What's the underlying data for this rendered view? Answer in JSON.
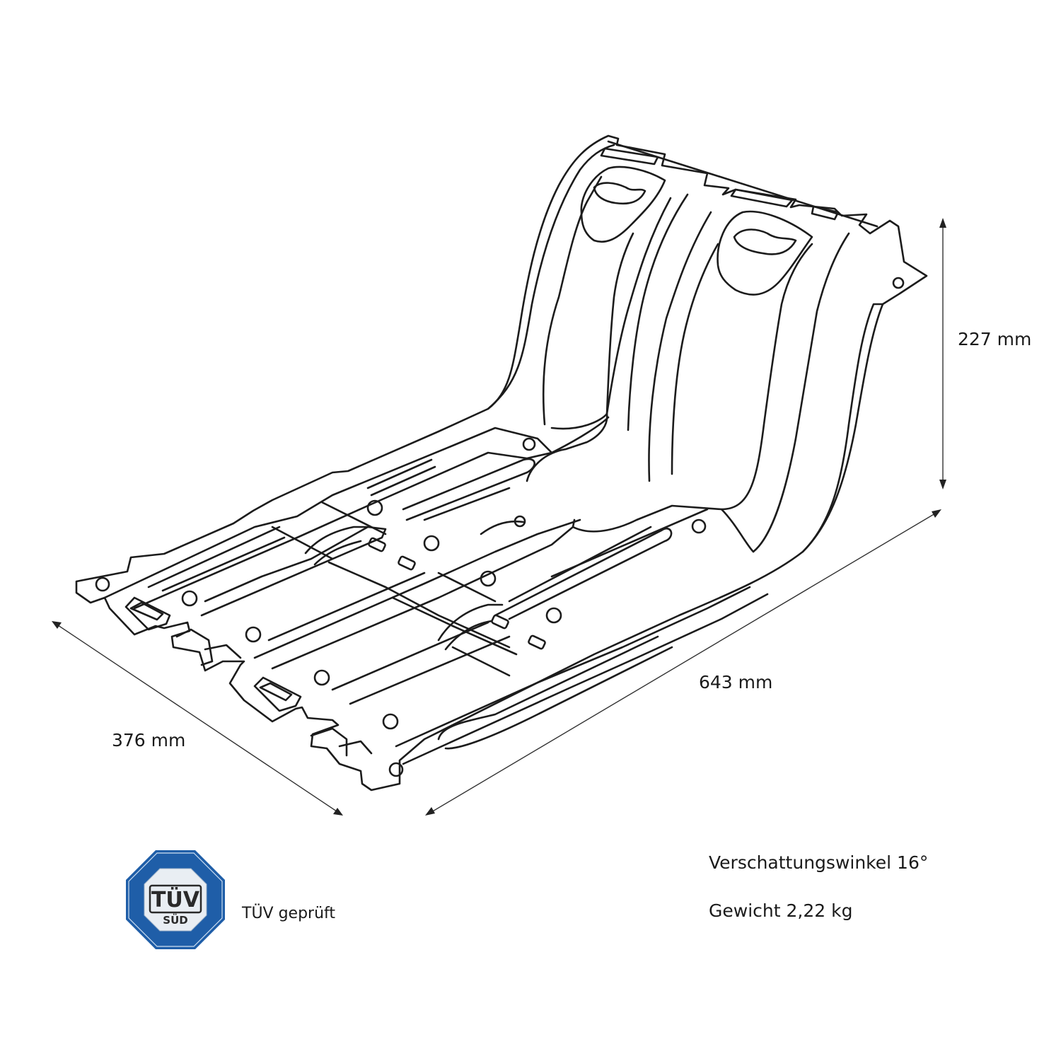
{
  "dimensions": {
    "height": "227 mm",
    "length": "643 mm",
    "width": "376 mm"
  },
  "specs": {
    "shadow_angle": "Verschattungswinkel 16°",
    "weight": "Gewicht 2,22 kg"
  },
  "certification": {
    "badge_top": "TÜV",
    "badge_bottom": "SÜD",
    "caption": "TÜV geprüft",
    "badge_colors": {
      "outer": "#1f5ea8",
      "inner": "#e9eef3",
      "text": "#2a2a2a"
    }
  }
}
